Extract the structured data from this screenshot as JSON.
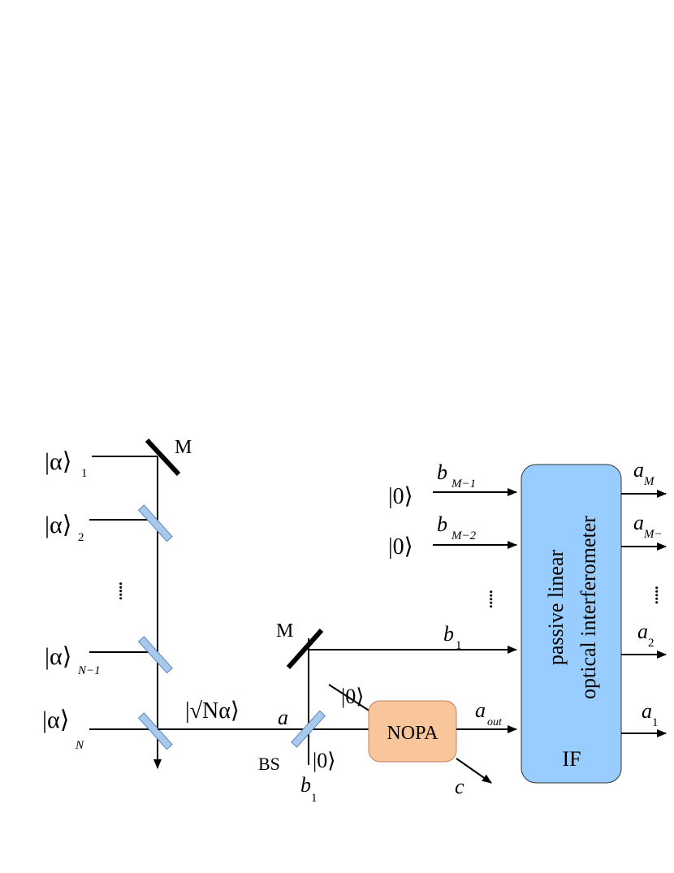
{
  "sources": {
    "alpha_1": {
      "ket": "|α⟩",
      "sub": "1"
    },
    "alpha_2": {
      "ket": "|α⟩",
      "sub": "2"
    },
    "alpha_N1": {
      "ket": "|α⟩",
      "sub": "N−1"
    },
    "alpha_N": {
      "ket": "|α⟩",
      "sub": "N"
    },
    "left_dots": "....."
  },
  "mirror_label": "M",
  "mirror2_label": "M",
  "combined_state": "|√Nα⟩",
  "mode_a": "a",
  "bs_label": "BS",
  "vac": "|0⟩",
  "mode_b1_bottom": {
    "base": "b",
    "sub": "1"
  },
  "nopa_label": "NOPA",
  "nopa_vac": "|0⟩",
  "mode_c": "c",
  "mode_aout": {
    "base": "a",
    "sub": "out"
  },
  "inputs": {
    "bM1": {
      "ket": "|0⟩",
      "base": "b",
      "sub": "M−1"
    },
    "bM2": {
      "ket": "|0⟩",
      "base": "b",
      "sub": "M−2"
    },
    "dots": ".....",
    "b1": {
      "base": "b",
      "sub": "1"
    }
  },
  "interferometer": {
    "line1": "passive linear",
    "line2": "optical interferometer",
    "tag": "IF"
  },
  "outputs": {
    "aM": {
      "base": "a",
      "sub": "M"
    },
    "aM1": {
      "base": "a",
      "sub": "M−"
    },
    "dots": ".....",
    "a2": {
      "base": "a",
      "sub": "2"
    },
    "a1": {
      "base": "a",
      "sub": "1"
    }
  },
  "colors": {
    "splitter": "#a8c8ec",
    "nopa": "#f9c59a",
    "interferometer": "#99ccff"
  }
}
